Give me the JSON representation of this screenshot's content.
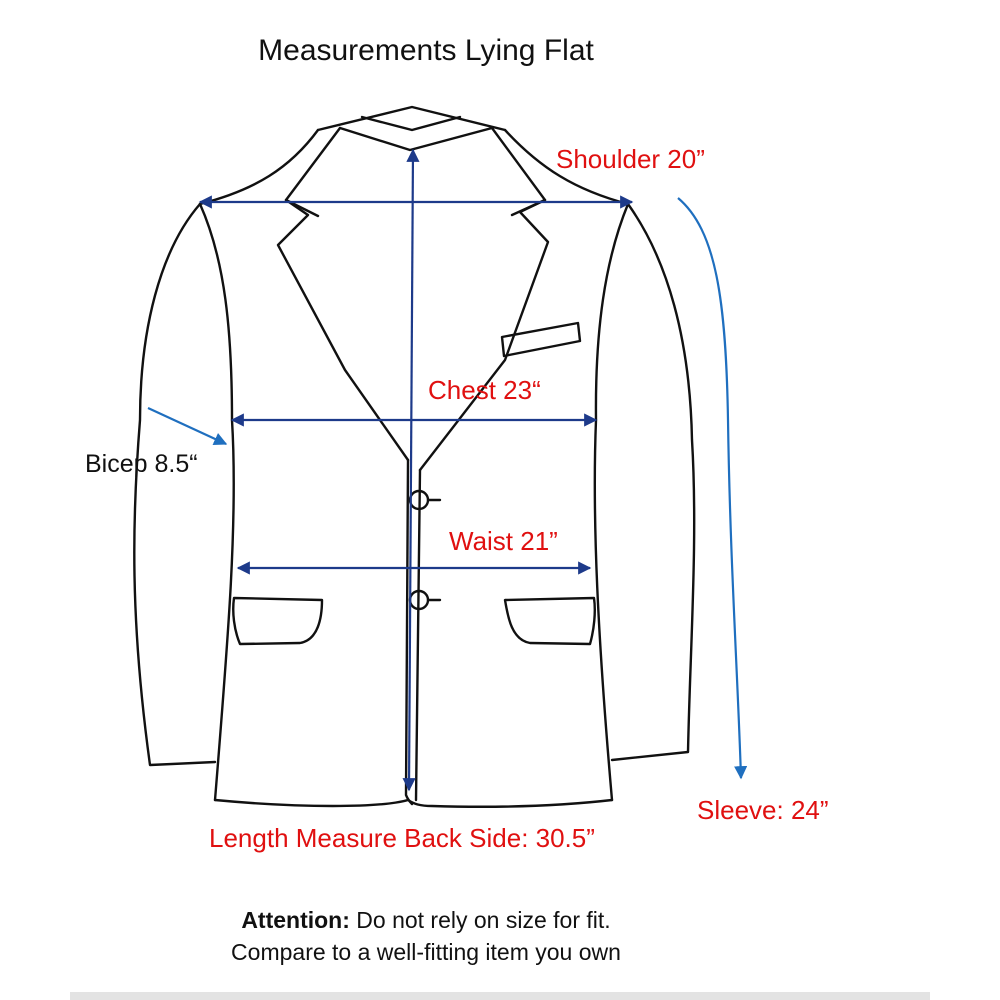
{
  "title": "Measurements Lying Flat",
  "labels": {
    "shoulder": "Shoulder  20”",
    "chest": "Chest 23“",
    "bicep": "Bicep 8.5“",
    "waist": "Waist  21”",
    "sleeve": "Sleeve:  24”",
    "length": "Length Measure Back Side:  30.5”"
  },
  "attention": {
    "prefix": "Attention:",
    "line1": " Do not rely on size for fit.",
    "line2": "Compare to a well-fitting item you own"
  },
  "colors": {
    "label_red": "#e01010",
    "arrow_navy": "#1d3a8a",
    "arrow_blue": "#1f6fbf",
    "outline": "#111111"
  }
}
